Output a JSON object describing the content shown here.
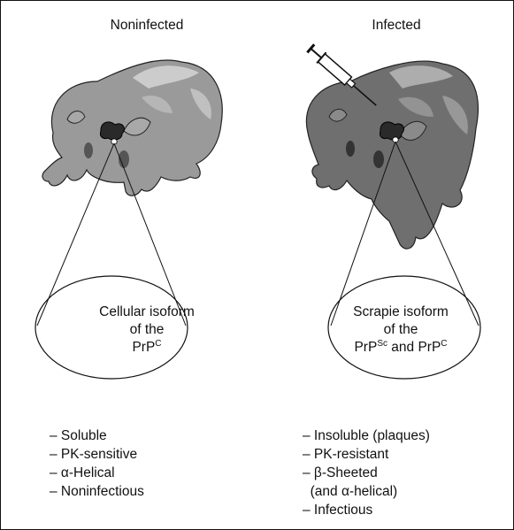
{
  "panels": {
    "left": {
      "title": "Noninfected",
      "ellipse_lines": [
        "Cellular isoform",
        "of the",
        "PrP"
      ],
      "ellipse_sup": "C",
      "properties": [
        "– Soluble",
        "– PK-sensitive",
        "– α-Helical",
        "– Noninfectious"
      ]
    },
    "right": {
      "title": "Infected",
      "ellipse_lines": [
        "Scrapie isoform",
        "of the"
      ],
      "ellipse_line3": {
        "a": "PrP",
        "a_sup": "Sc",
        "b": " and PrP",
        "b_sup": "C"
      },
      "properties": [
        "– Insoluble (plaques)",
        "– PK-resistant",
        "– β-Sheeted",
        "  (and α-helical)",
        "– Infectious"
      ]
    }
  },
  "colors": {
    "outline": "#111111",
    "hamster_left": "#9a9a9a",
    "hamster_right": "#6f6f6f",
    "brain": "#2a2a2a"
  },
  "icons": {
    "left_animal": "hamster-icon",
    "right_animal": "hamster-icon",
    "injector": "syringe-icon"
  }
}
